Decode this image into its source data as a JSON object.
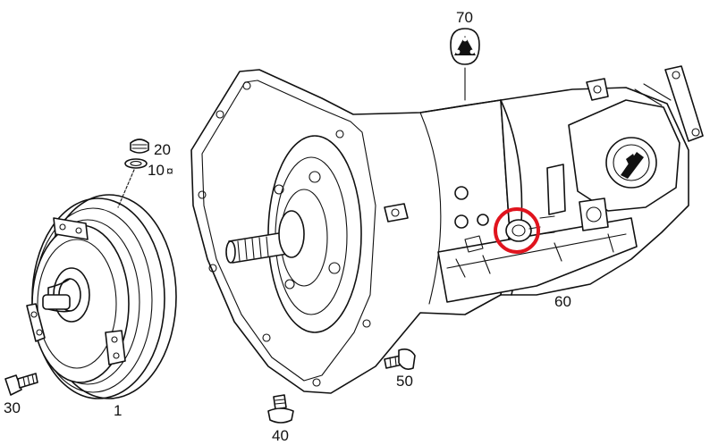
{
  "labels": {
    "p70": "70",
    "p20": "20",
    "p10": "10",
    "p10_mark": "¤",
    "p30": "30",
    "p1": "1",
    "p40": "40",
    "p50": "50",
    "p60": "60"
  },
  "colors": {
    "line": "#111111",
    "highlight": "#e0141e",
    "background": "#ffffff"
  },
  "icons": {
    "highlight": "highlight-circle-icon"
  }
}
